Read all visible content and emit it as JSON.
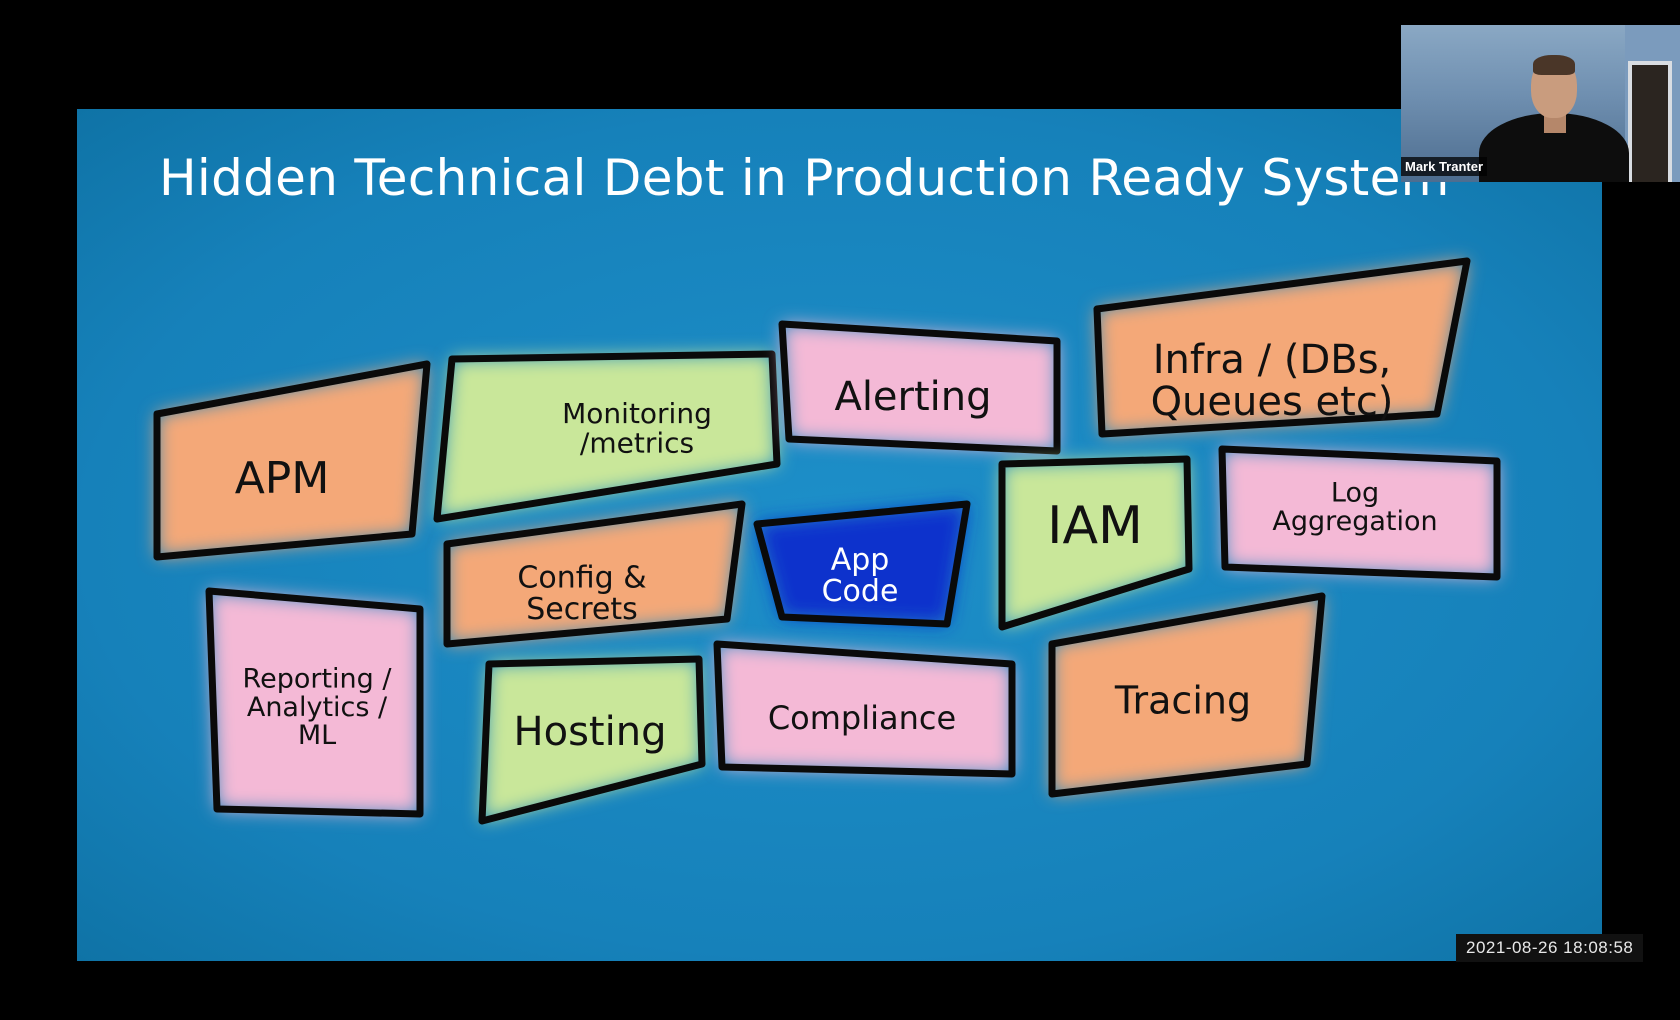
{
  "slide": {
    "title": "Hidden Technical Debt in Production Ready System",
    "boxes": [
      {
        "id": "apm",
        "lines": [
          "APM"
        ],
        "color": "#f4a878"
      },
      {
        "id": "monitoring",
        "lines": [
          "Monitoring",
          "/metrics"
        ],
        "color": "#c9e79a"
      },
      {
        "id": "alerting",
        "lines": [
          "Alerting"
        ],
        "color": "#f4b9d6"
      },
      {
        "id": "infra",
        "lines": [
          "Infra / (DBs,",
          "Queues etc)"
        ],
        "color": "#f4a878"
      },
      {
        "id": "config",
        "lines": [
          "Config &",
          "Secrets"
        ],
        "color": "#f4a878"
      },
      {
        "id": "appcode",
        "lines": [
          "App",
          "Code"
        ],
        "color": "#1133cc"
      },
      {
        "id": "iam",
        "lines": [
          "IAM"
        ],
        "color": "#c9e79a"
      },
      {
        "id": "log",
        "lines": [
          "Log",
          "Aggregation"
        ],
        "color": "#f4b9d6"
      },
      {
        "id": "reporting",
        "lines": [
          "Reporting /",
          "Analytics /",
          "ML"
        ],
        "color": "#f4b9d6"
      },
      {
        "id": "hosting",
        "lines": [
          "Hosting"
        ],
        "color": "#c9e79a"
      },
      {
        "id": "compliance",
        "lines": [
          "Compliance"
        ],
        "color": "#f4b9d6"
      },
      {
        "id": "tracing",
        "lines": [
          "Tracing"
        ],
        "color": "#f4a878"
      }
    ]
  },
  "webcam": {
    "participant_name": "Mark Tranter"
  },
  "overlay": {
    "timestamp": "2021-08-26 18:08:58"
  }
}
